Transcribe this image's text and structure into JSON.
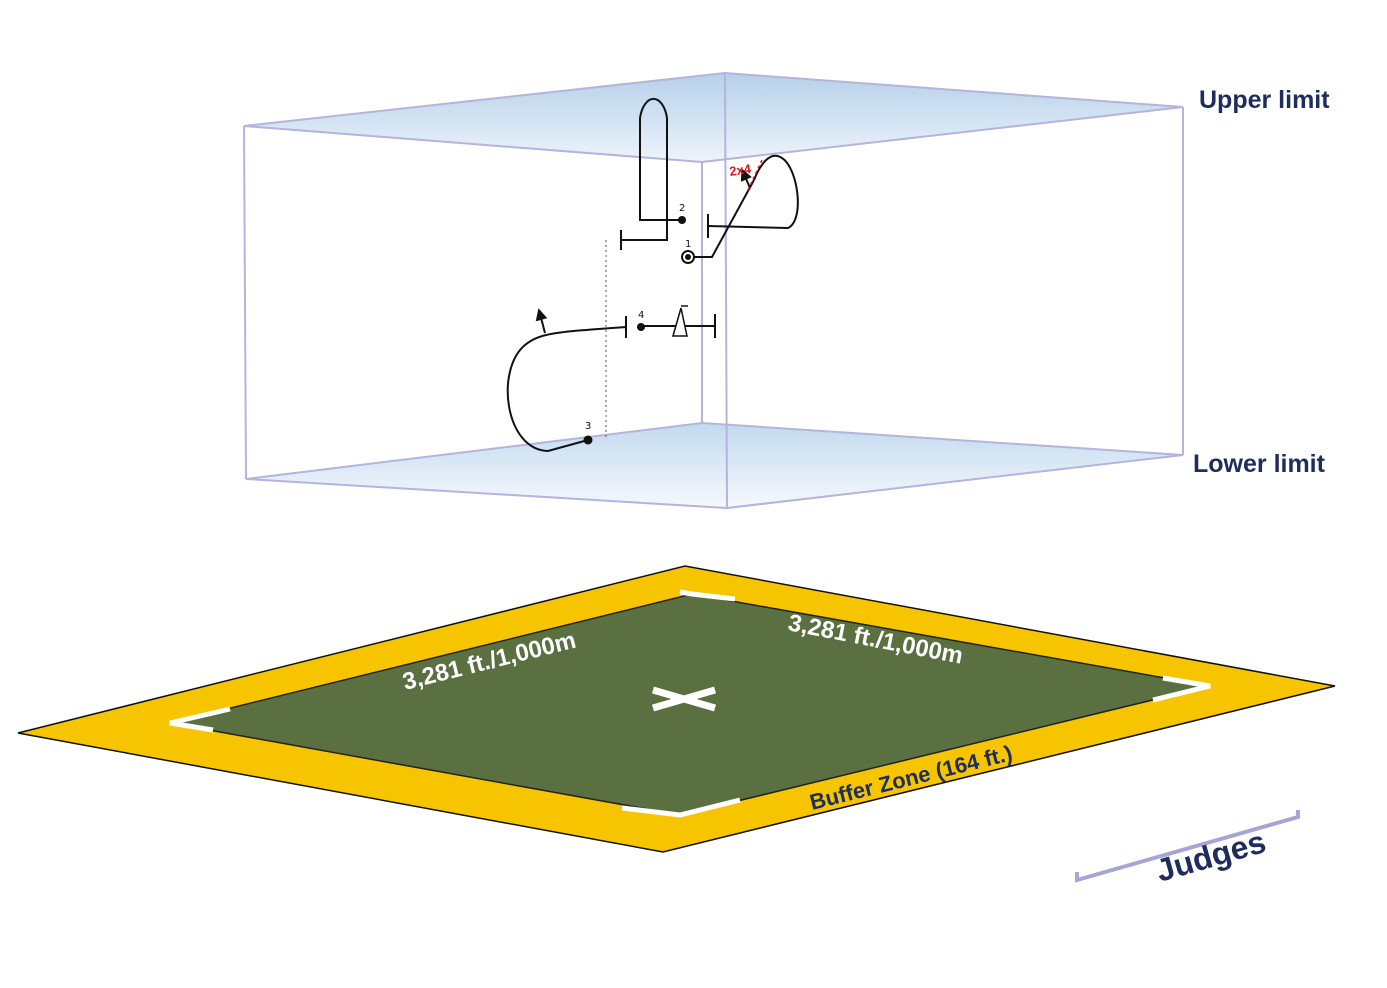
{
  "box": {
    "upper_limit_label": "Upper limit",
    "lower_limit_label": "Lower limit"
  },
  "maneuvers": {
    "m1": "1",
    "m2": "2",
    "m3": "3",
    "m4": "4",
    "roll_annotation": "2x4"
  },
  "field": {
    "side_left_label": "3,281 ft./1,000m",
    "side_right_label": "3,281 ft./1,000m",
    "buffer_label": "Buffer Zone (164 ft.)",
    "judges_label": "Judges"
  },
  "colors": {
    "buffer": "#f6c500",
    "field": "#5a7040",
    "box_edge": "#b4b4dc",
    "label_navy": "#1d2d5c",
    "annotation_red": "#e0141c"
  }
}
